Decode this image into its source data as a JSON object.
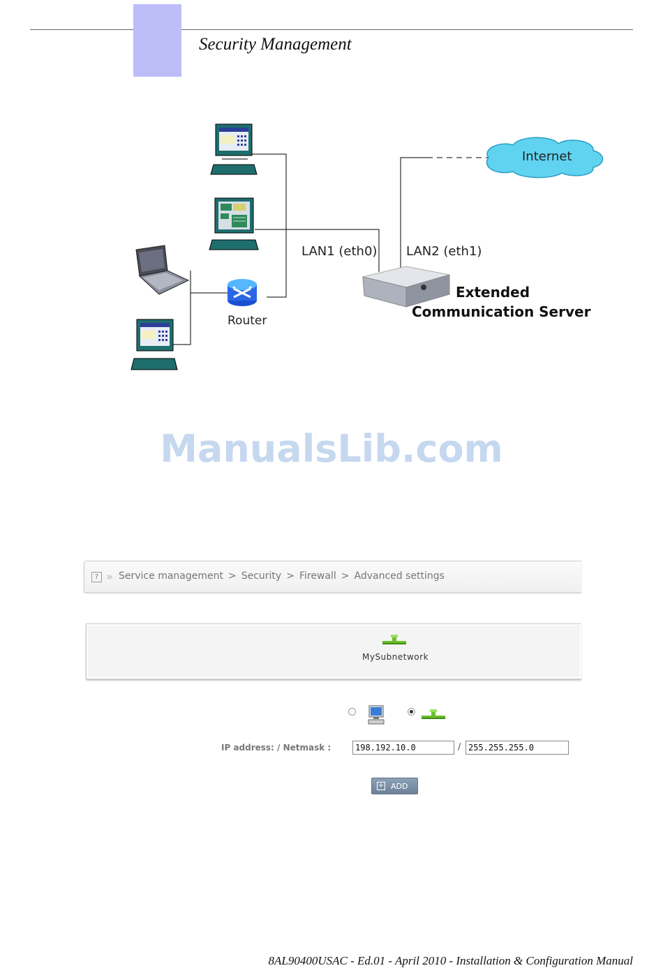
{
  "header": {
    "section_title": "Security Management"
  },
  "diagram": {
    "lan1_label": "LAN1 (eth0)",
    "lan2_label": "LAN2 (eth1)",
    "internet_label": "Internet",
    "router_label": "Router",
    "server_label_line1": "Extended",
    "server_label_line2": "Communication Server"
  },
  "watermark": "ManualsLib.com",
  "breadcrumb": {
    "items": [
      "Service management",
      "Security",
      "Firewall",
      "Advanced settings"
    ],
    "separator": ">"
  },
  "subnetwork": {
    "name": "MySubnetwork"
  },
  "form": {
    "host_radio_selected": false,
    "network_radio_selected": true,
    "ip_label": "IP address: / Netmask :",
    "ip_value": "198.192.10.0",
    "slash": "/",
    "netmask_value": "255.255.255.0",
    "add_label": "ADD"
  },
  "footer": "8AL90400USAC - Ed.01 - April 2010 - Installation & Configuration Manual",
  "colors": {
    "tab_block": "#bdbdf9",
    "internet_cloud": "#5fd3f0",
    "watermark": "#c5d8ef",
    "button": "#7a8ea4"
  }
}
